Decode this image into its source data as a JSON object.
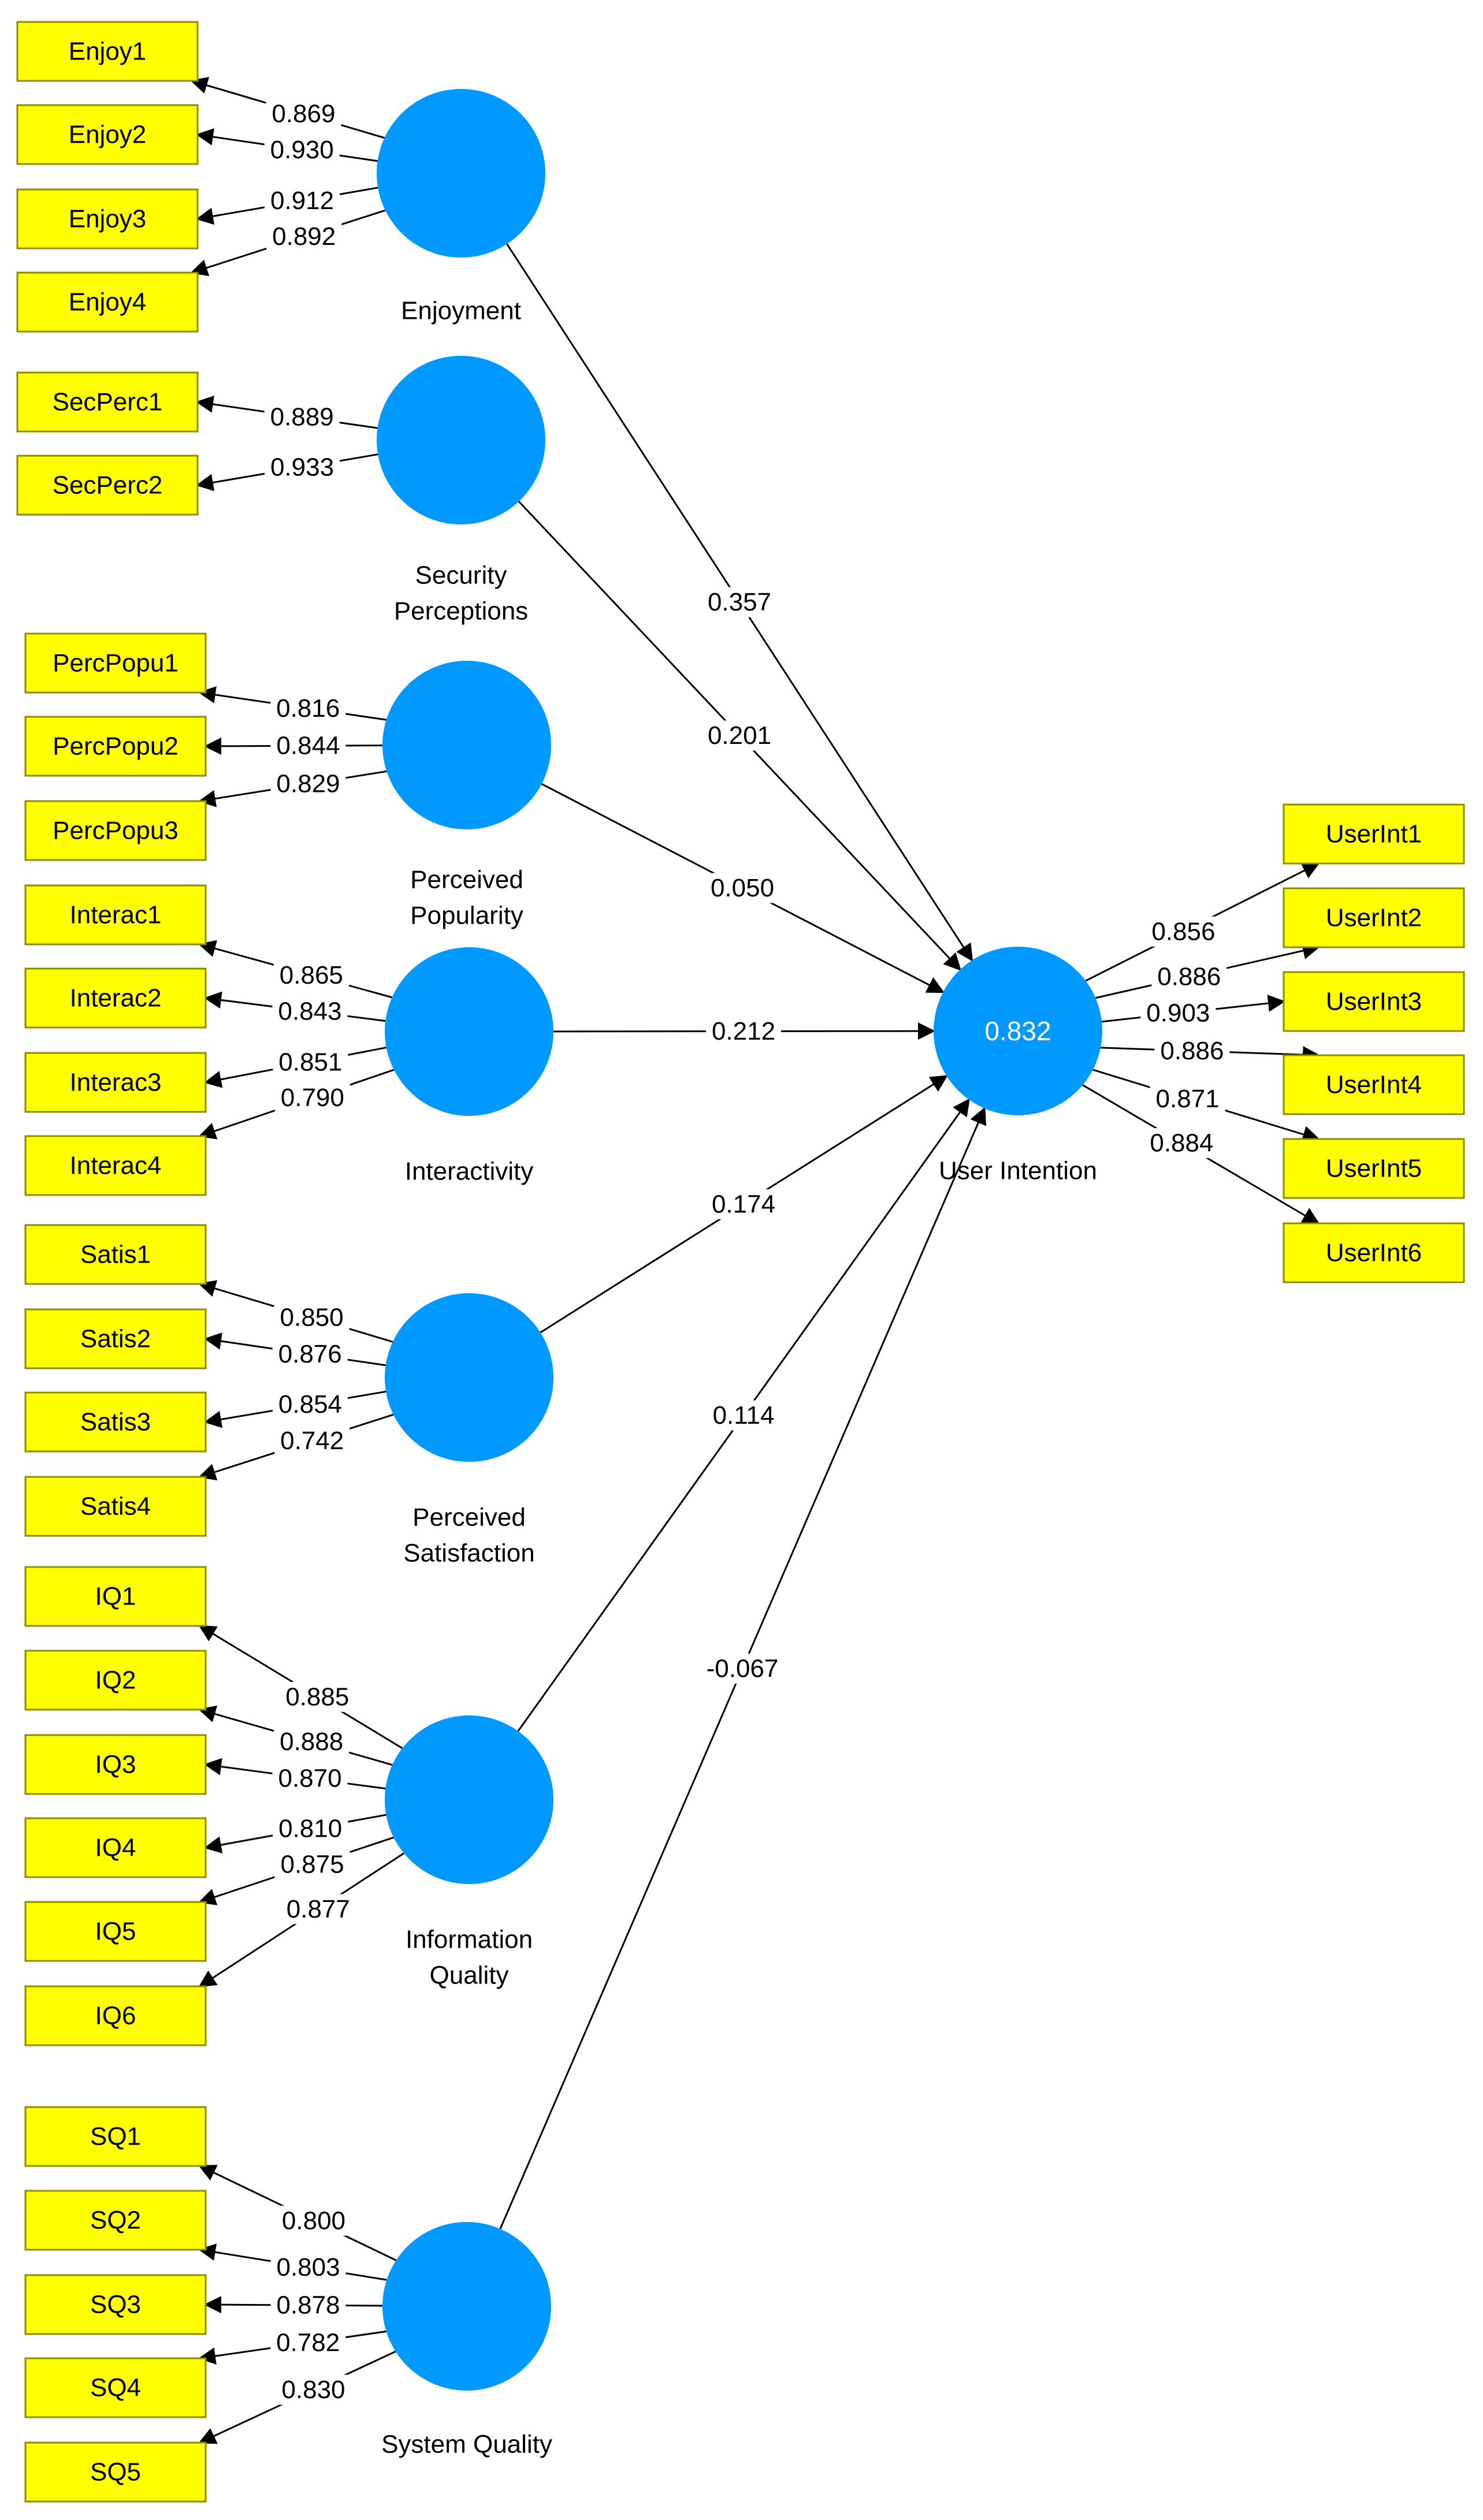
{
  "latents": [
    {
      "id": "enjoy",
      "label": [
        "Enjoyment"
      ],
      "value": ""
    },
    {
      "id": "sec",
      "label": [
        "Security",
        "Perceptions"
      ],
      "value": ""
    },
    {
      "id": "pop",
      "label": [
        "Perceived",
        "Popularity"
      ],
      "value": ""
    },
    {
      "id": "inter",
      "label": [
        "Interactivity"
      ],
      "value": ""
    },
    {
      "id": "satis",
      "label": [
        "Perceived",
        "Satisfaction"
      ],
      "value": ""
    },
    {
      "id": "iq",
      "label": [
        "Information",
        "Quality"
      ],
      "value": ""
    },
    {
      "id": "sq",
      "label": [
        "System Quality"
      ],
      "value": ""
    },
    {
      "id": "ui",
      "label": [
        "User Intention"
      ],
      "value": "0.832"
    }
  ],
  "indicators": [
    {
      "id": "Enjoy1",
      "label": "Enjoy1",
      "latent": "enjoy",
      "loading": "0.869"
    },
    {
      "id": "Enjoy2",
      "label": "Enjoy2",
      "latent": "enjoy",
      "loading": "0.930"
    },
    {
      "id": "Enjoy3",
      "label": "Enjoy3",
      "latent": "enjoy",
      "loading": "0.912"
    },
    {
      "id": "Enjoy4",
      "label": "Enjoy4",
      "latent": "enjoy",
      "loading": "0.892"
    },
    {
      "id": "SecPerc1",
      "label": "SecPerc1",
      "latent": "sec",
      "loading": "0.889"
    },
    {
      "id": "SecPerc2",
      "label": "SecPerc2",
      "latent": "sec",
      "loading": "0.933"
    },
    {
      "id": "PercPopu1",
      "label": "PercPopu1",
      "latent": "pop",
      "loading": "0.816"
    },
    {
      "id": "PercPopu2",
      "label": "PercPopu2",
      "latent": "pop",
      "loading": "0.844"
    },
    {
      "id": "PercPopu3",
      "label": "PercPopu3",
      "latent": "pop",
      "loading": "0.829"
    },
    {
      "id": "Interac1",
      "label": "Interac1",
      "latent": "inter",
      "loading": "0.865"
    },
    {
      "id": "Interac2",
      "label": "Interac2",
      "latent": "inter",
      "loading": "0.843"
    },
    {
      "id": "Interac3",
      "label": "Interac3",
      "latent": "inter",
      "loading": "0.851"
    },
    {
      "id": "Interac4",
      "label": "Interac4",
      "latent": "inter",
      "loading": "0.790"
    },
    {
      "id": "Satis1",
      "label": "Satis1",
      "latent": "satis",
      "loading": "0.850"
    },
    {
      "id": "Satis2",
      "label": "Satis2",
      "latent": "satis",
      "loading": "0.876"
    },
    {
      "id": "Satis3",
      "label": "Satis3",
      "latent": "satis",
      "loading": "0.854"
    },
    {
      "id": "Satis4",
      "label": "Satis4",
      "latent": "satis",
      "loading": "0.742"
    },
    {
      "id": "IQ1",
      "label": "IQ1",
      "latent": "iq",
      "loading": "0.885"
    },
    {
      "id": "IQ2",
      "label": "IQ2",
      "latent": "iq",
      "loading": "0.888"
    },
    {
      "id": "IQ3",
      "label": "IQ3",
      "latent": "iq",
      "loading": "0.870"
    },
    {
      "id": "IQ4",
      "label": "IQ4",
      "latent": "iq",
      "loading": "0.810"
    },
    {
      "id": "IQ5",
      "label": "IQ5",
      "latent": "iq",
      "loading": "0.875"
    },
    {
      "id": "IQ6",
      "label": "IQ6",
      "latent": "iq",
      "loading": "0.877"
    },
    {
      "id": "SQ1",
      "label": "SQ1",
      "latent": "sq",
      "loading": "0.800"
    },
    {
      "id": "SQ2",
      "label": "SQ2",
      "latent": "sq",
      "loading": "0.803"
    },
    {
      "id": "SQ3",
      "label": "SQ3",
      "latent": "sq",
      "loading": "0.878"
    },
    {
      "id": "SQ4",
      "label": "SQ4",
      "latent": "sq",
      "loading": "0.782"
    },
    {
      "id": "SQ5",
      "label": "SQ5",
      "latent": "sq",
      "loading": "0.830"
    },
    {
      "id": "UserInt1",
      "label": "UserInt1",
      "latent": "ui",
      "loading": "0.856"
    },
    {
      "id": "UserInt2",
      "label": "UserInt2",
      "latent": "ui",
      "loading": "0.886"
    },
    {
      "id": "UserInt3",
      "label": "UserInt3",
      "latent": "ui",
      "loading": "0.903"
    },
    {
      "id": "UserInt4",
      "label": "UserInt4",
      "latent": "ui",
      "loading": "0.886"
    },
    {
      "id": "UserInt5",
      "label": "UserInt5",
      "latent": "ui",
      "loading": "0.871"
    },
    {
      "id": "UserInt6",
      "label": "UserInt6",
      "latent": "ui",
      "loading": "0.884"
    }
  ],
  "paths": [
    {
      "from": "enjoy",
      "to": "ui",
      "coef": "0.357"
    },
    {
      "from": "sec",
      "to": "ui",
      "coef": "0.201"
    },
    {
      "from": "pop",
      "to": "ui",
      "coef": "0.050"
    },
    {
      "from": "inter",
      "to": "ui",
      "coef": "0.212"
    },
    {
      "from": "satis",
      "to": "ui",
      "coef": "0.174"
    },
    {
      "from": "iq",
      "to": "ui",
      "coef": "0.114"
    },
    {
      "from": "sq",
      "to": "ui",
      "coef": "-0.067"
    }
  ]
}
